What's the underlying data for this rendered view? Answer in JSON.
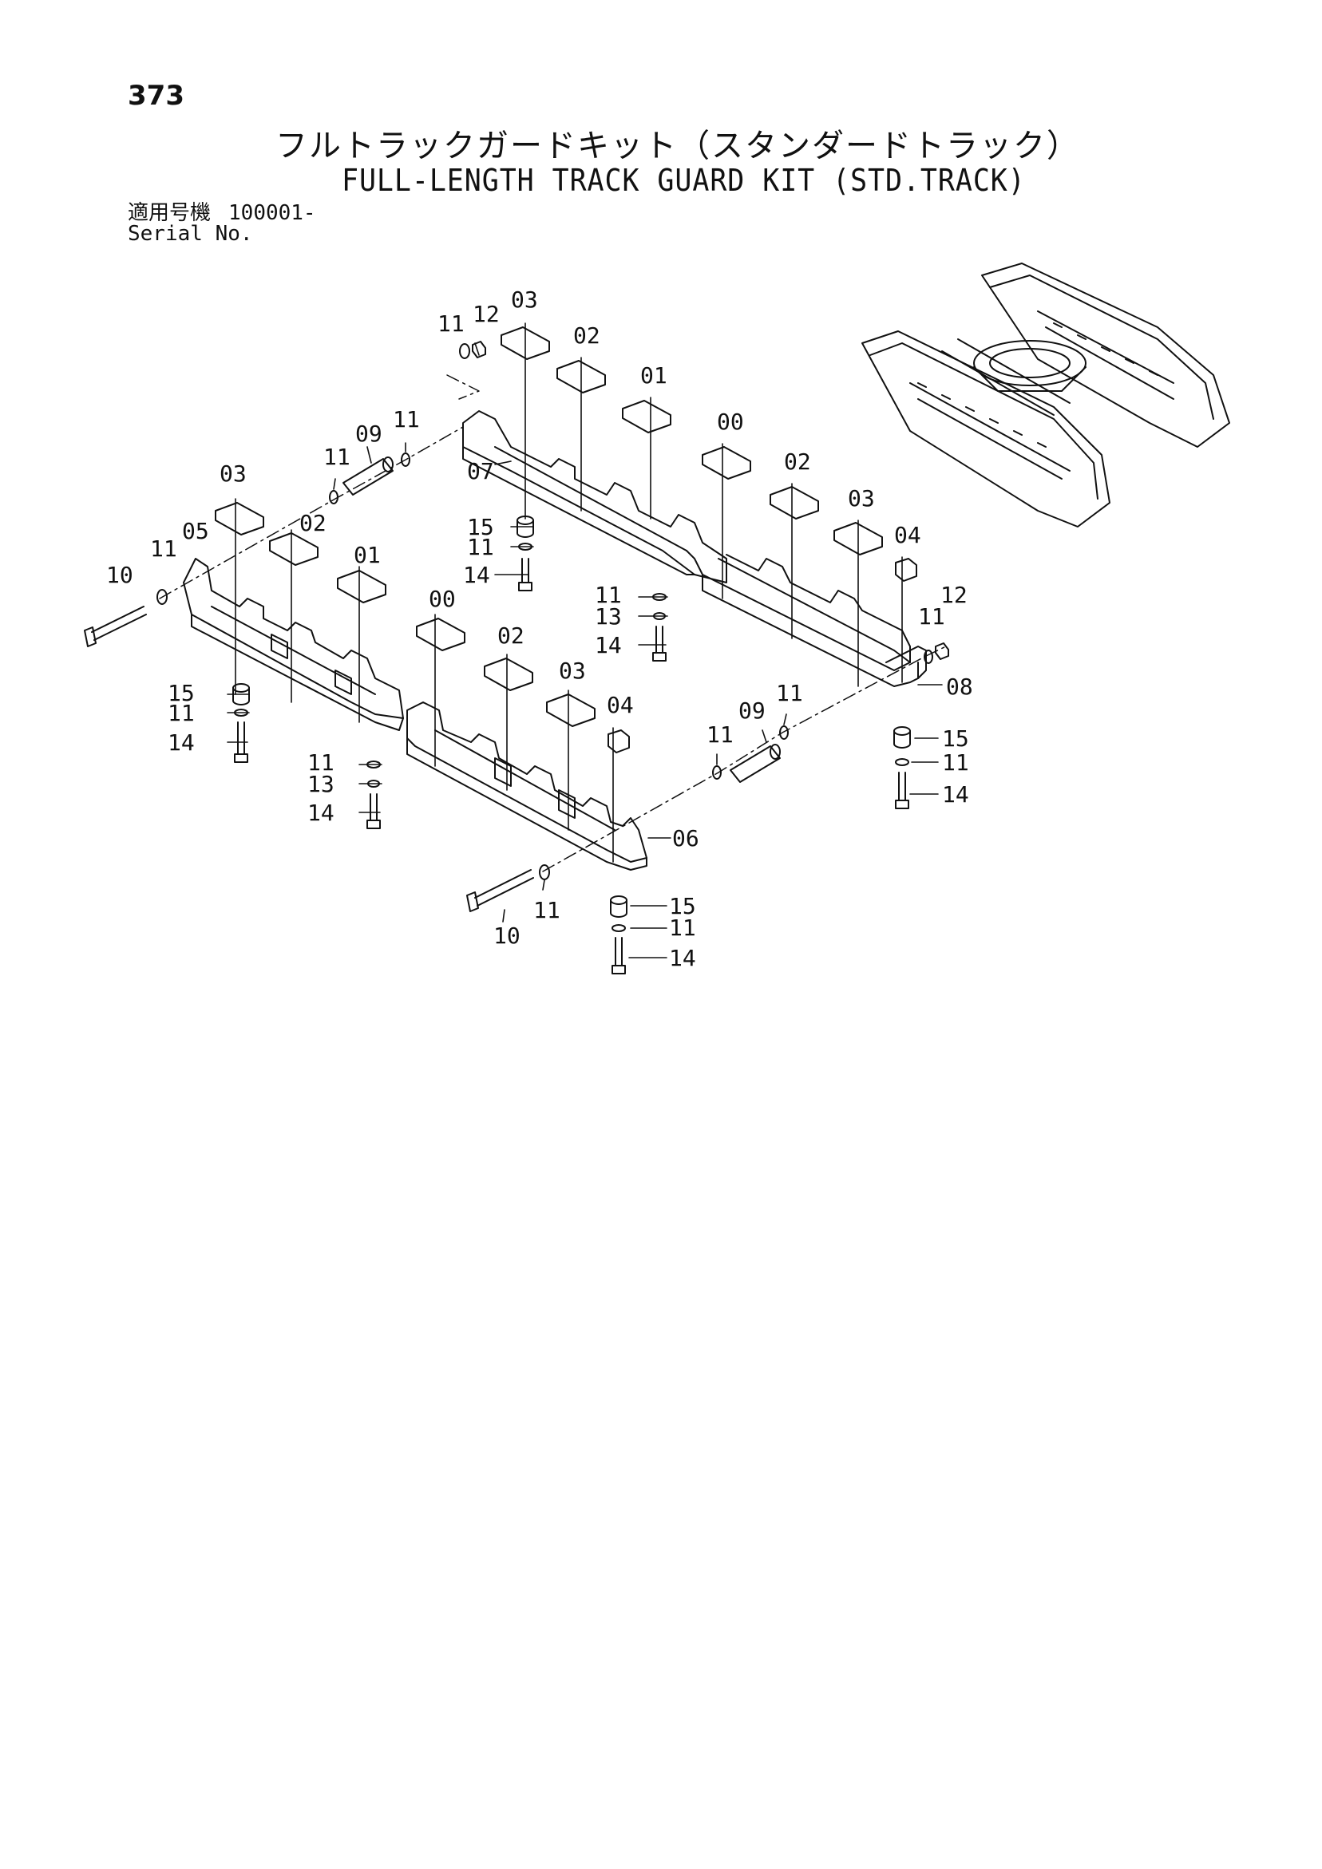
{
  "page": {
    "number": "373"
  },
  "title": {
    "japanese": "フルトラックガードキット（スタンダードトラック）",
    "english": "FULL-LENGTH TRACK GUARD KIT (STD.TRACK)"
  },
  "serial": {
    "label_jp": "適用号機",
    "value": "100001-",
    "label_en": "Serial No."
  },
  "callouts": [
    {
      "id": "c-03-top",
      "text": "03"
    },
    {
      "id": "c-12-top",
      "text": "12"
    },
    {
      "id": "c-11-top",
      "text": "11"
    },
    {
      "id": "c-02-top",
      "text": "02"
    },
    {
      "id": "c-01-top",
      "text": "01"
    },
    {
      "id": "c-00-top",
      "text": "00"
    },
    {
      "id": "c-02-right",
      "text": "02"
    },
    {
      "id": "c-03-right",
      "text": "03"
    },
    {
      "id": "c-04-right",
      "text": "04"
    },
    {
      "id": "c-12-right",
      "text": "12"
    },
    {
      "id": "c-11-right",
      "text": "11"
    },
    {
      "id": "c-08",
      "text": "08"
    },
    {
      "id": "c-15-right",
      "text": "15"
    },
    {
      "id": "c-11-right2",
      "text": "11"
    },
    {
      "id": "c-14-right",
      "text": "14"
    },
    {
      "id": "c-11-pin-left",
      "text": "11"
    },
    {
      "id": "c-09-top",
      "text": "09"
    },
    {
      "id": "c-11-pin-right",
      "text": "11"
    },
    {
      "id": "c-07",
      "text": "07"
    },
    {
      "id": "c-15-mid",
      "text": "15"
    },
    {
      "id": "c-11-mid",
      "text": "11"
    },
    {
      "id": "c-14-mid",
      "text": "14"
    },
    {
      "id": "c-11-mid2",
      "text": "11"
    },
    {
      "id": "c-13-mid",
      "text": "13"
    },
    {
      "id": "c-14-mid2",
      "text": "14"
    },
    {
      "id": "c-03-left",
      "text": "03"
    },
    {
      "id": "c-02-left",
      "text": "02"
    },
    {
      "id": "c-01-left",
      "text": "01"
    },
    {
      "id": "c-05",
      "text": "05"
    },
    {
      "id": "c-11-left",
      "text": "11"
    },
    {
      "id": "c-10-left",
      "text": "10"
    },
    {
      "id": "c-15-left",
      "text": "15"
    },
    {
      "id": "c-11-left2",
      "text": "11"
    },
    {
      "id": "c-14-left",
      "text": "14"
    },
    {
      "id": "c-00-front",
      "text": "00"
    },
    {
      "id": "c-02-front",
      "text": "02"
    },
    {
      "id": "c-03-front",
      "text": "03"
    },
    {
      "id": "c-04-front",
      "text": "04"
    },
    {
      "id": "c-11-front",
      "text": "11"
    },
    {
      "id": "c-13-front",
      "text": "13"
    },
    {
      "id": "c-14-front",
      "text": "14"
    },
    {
      "id": "c-09-front",
      "text": "09"
    },
    {
      "id": "c-11-front-pin-a",
      "text": "11"
    },
    {
      "id": "c-11-front-pin-b",
      "text": "11"
    },
    {
      "id": "c-06",
      "text": "06"
    },
    {
      "id": "c-15-bottom",
      "text": "15"
    },
    {
      "id": "c-11-bottom",
      "text": "11"
    },
    {
      "id": "c-14-bottom",
      "text": "14"
    },
    {
      "id": "c-11-bolt",
      "text": "11"
    },
    {
      "id": "c-10-bottom",
      "text": "10"
    }
  ]
}
